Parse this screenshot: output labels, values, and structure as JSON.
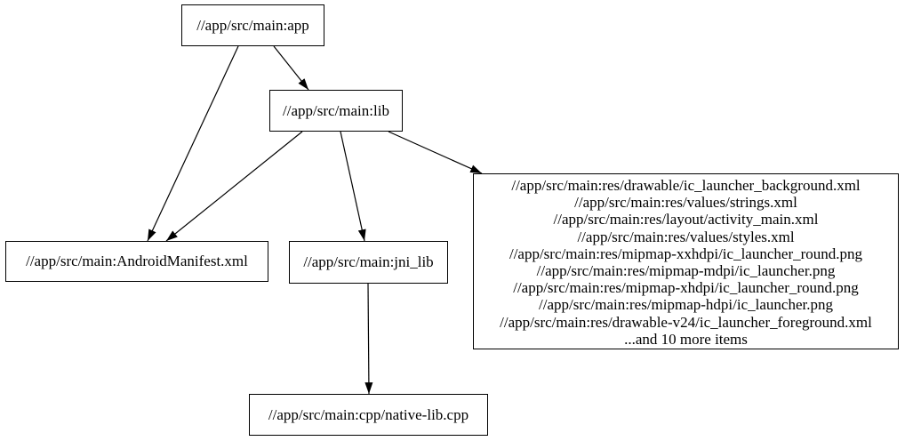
{
  "graph": {
    "background_color": "#ffffff",
    "node_border_color": "#000000",
    "edge_color": "#000000",
    "text_color": "#000000",
    "nodes": {
      "app": {
        "label": "//app/src/main:app"
      },
      "lib": {
        "label": "//app/src/main:lib"
      },
      "android_manifest": {
        "label": "//app/src/main:AndroidManifest.xml"
      },
      "jni_lib": {
        "label": "//app/src/main:jni_lib"
      },
      "resources": {
        "lines": [
          "//app/src/main:res/drawable/ic_launcher_background.xml",
          "//app/src/main:res/values/strings.xml",
          "//app/src/main:res/layout/activity_main.xml",
          "//app/src/main:res/values/styles.xml",
          "//app/src/main:res/mipmap-xxhdpi/ic_launcher_round.png",
          "//app/src/main:res/mipmap-mdpi/ic_launcher.png",
          "//app/src/main:res/mipmap-xhdpi/ic_launcher_round.png",
          "//app/src/main:res/mipmap-hdpi/ic_launcher.png",
          "//app/src/main:res/drawable-v24/ic_launcher_foreground.xml",
          "...and 10 more items"
        ]
      },
      "native_lib": {
        "label": "//app/src/main:cpp/native-lib.cpp"
      }
    },
    "edges": [
      {
        "from": "//app/src/main:app",
        "to": "//app/src/main:lib"
      },
      {
        "from": "//app/src/main:app",
        "to": "//app/src/main:AndroidManifest.xml"
      },
      {
        "from": "//app/src/main:lib",
        "to": "//app/src/main:AndroidManifest.xml"
      },
      {
        "from": "//app/src/main:lib",
        "to": "//app/src/main:jni_lib"
      },
      {
        "from": "//app/src/main:lib",
        "to": "resources-group"
      },
      {
        "from": "//app/src/main:jni_lib",
        "to": "//app/src/main:cpp/native-lib.cpp"
      }
    ]
  }
}
